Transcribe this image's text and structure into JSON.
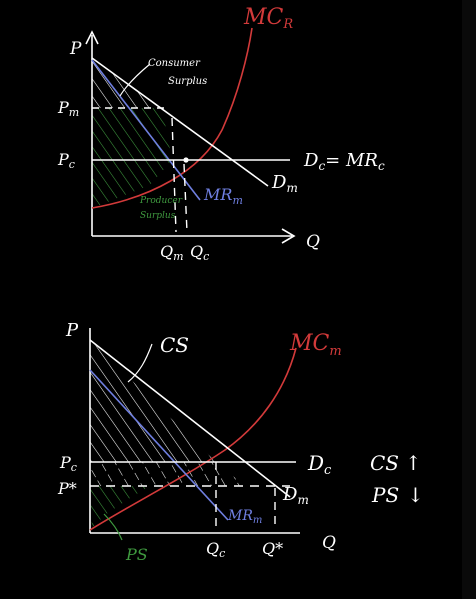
{
  "colors": {
    "background": "#000000",
    "ink": "#ffffff",
    "mc": "#d23a3a",
    "mr": "#6f7fe0",
    "producer": "#3f9a3f"
  },
  "top": {
    "p_axis": "P",
    "q_axis": "Q",
    "mc_label": "MC",
    "mc_sub": "R",
    "consumer_label_1": "Consumer",
    "consumer_label_2": "Surplus",
    "pm_label": "P",
    "pm_sub": "m",
    "pc_label": "P",
    "pc_sub": "c",
    "dc_mrc": "D",
    "dc_sub": "c",
    "eq_mr": "= MR",
    "mr_sub": "c",
    "dm_label": "D",
    "dm_sub": "m",
    "mrm_label": "MR",
    "mrm_sub": "m",
    "producer_label_1": "Producer",
    "producer_label_2": "Surplus",
    "qm_label": "Q",
    "qm_sub": "m",
    "qc_label": "Q",
    "qc_sub": "c"
  },
  "bottom": {
    "p_axis": "P",
    "q_axis": "Q",
    "cs_label": "CS",
    "mc_label": "MC",
    "mc_sub": "m",
    "pc_label": "P",
    "pc_sub": "c",
    "pstar_label": "P*",
    "dc_label": "D",
    "dc_sub": "c",
    "dm_label": "D",
    "dm_sub": "m",
    "mrm_label": "MR",
    "mrm_sub": "m",
    "ps_label": "PS",
    "qc_label": "Q",
    "qc_sub": "c",
    "qstar_label": "Q*",
    "cs_change": "CS",
    "ps_change": "PS",
    "up_arrow": "↑",
    "down_arrow": "↓"
  }
}
